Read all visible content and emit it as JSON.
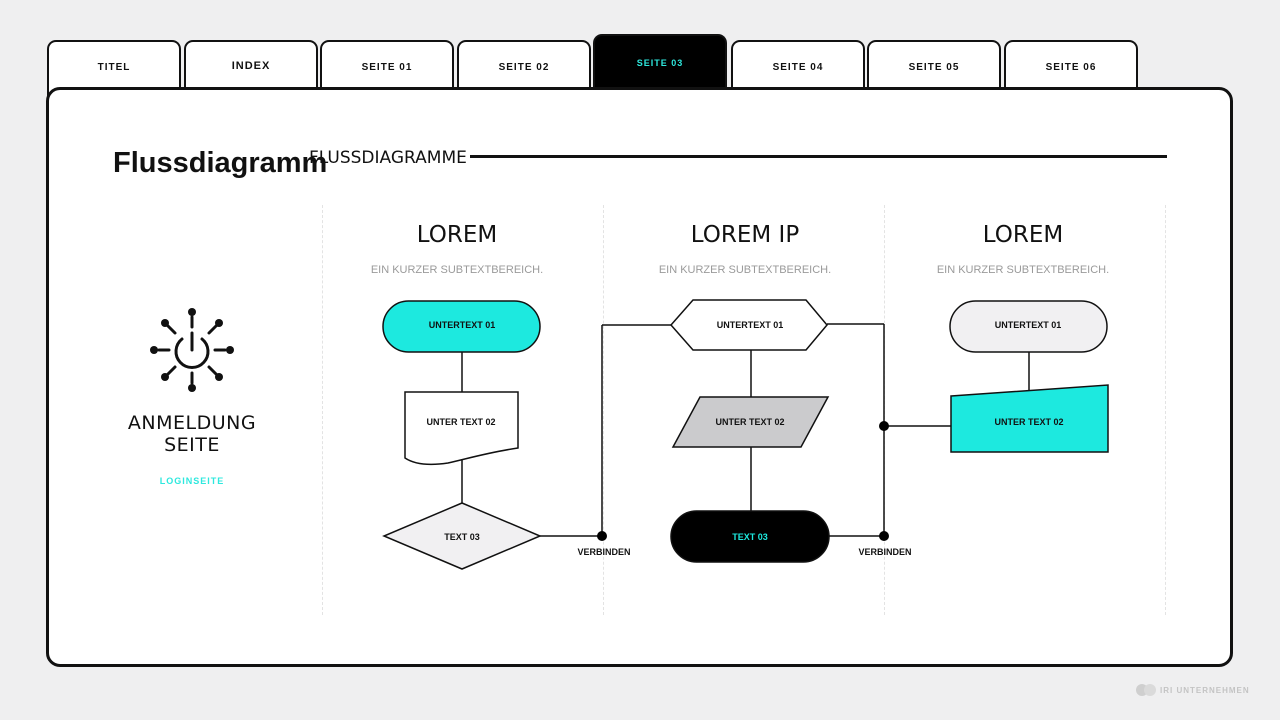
{
  "tabs": [
    {
      "label": "TITEL"
    },
    {
      "label": "INDEX"
    },
    {
      "label": "SEITE 01"
    },
    {
      "label": "SEITE 02"
    },
    {
      "label": "SEITE 03"
    },
    {
      "label": "SEITE 04"
    },
    {
      "label": "SEITE 05"
    },
    {
      "label": "SEITE 06"
    }
  ],
  "header": {
    "title": "Flussdiagramm",
    "subtitle": "FLUSSDIAGRAMME"
  },
  "side": {
    "icon": "power-network-icon",
    "title_line1": "ANMELDUNG",
    "title_line2": "SEITE",
    "link": "LOGINSEITE"
  },
  "columns": [
    {
      "title": "LOREM",
      "subtitle": "EIN KURZER SUBTEXTBEREICH.",
      "shapes": [
        {
          "label": "UNTERTEXT 01",
          "shape": "terminator"
        },
        {
          "label": "UNTER TEXT 02",
          "shape": "document"
        },
        {
          "label": "TEXT 03",
          "shape": "diamond"
        }
      ]
    },
    {
      "title": "LOREM IP",
      "subtitle": "EIN KURZER SUBTEXTBEREICH.",
      "shapes": [
        {
          "label": "UNTERTEXT 01",
          "shape": "hexagon"
        },
        {
          "label": "UNTER TEXT 02",
          "shape": "parallelogram"
        },
        {
          "label": "TEXT 03",
          "shape": "terminator"
        }
      ]
    },
    {
      "title": "LOREM",
      "subtitle": "EIN KURZER SUBTEXTBEREICH.",
      "shapes": [
        {
          "label": "UNTERTEXT 01",
          "shape": "terminator"
        },
        {
          "label": "UNTER TEXT 02",
          "shape": "manual-input"
        }
      ]
    }
  ],
  "connectors": [
    {
      "label": "VERBINDEN"
    },
    {
      "label": "VERBINDEN"
    }
  ],
  "footer": {
    "brand": "IRI UNTERNEHMEN"
  },
  "colors": {
    "accent": "#1de9df",
    "dark": "#000000",
    "light_fill": "#f1f0f2",
    "grey_fill": "#cbcbcd"
  }
}
